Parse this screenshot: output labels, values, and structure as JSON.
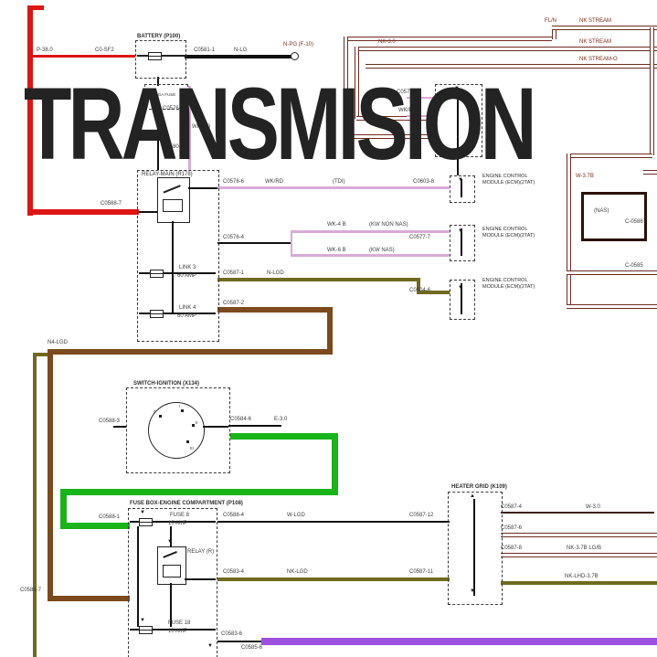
{
  "title": {
    "text": "TRANSMISION"
  },
  "colors": {
    "red": "#dd1515",
    "maroon": "#6e2b20",
    "brown": "#7c4a1d",
    "green": "#18b418",
    "purple": "#9d4fe0",
    "olive": "#6f6a1f",
    "pink": "#d9aad9",
    "black": "#111111"
  },
  "glyphs": {
    "arrow_down": "▼",
    "arrow_up": "▲"
  },
  "boxes": {
    "battery": {
      "label": "BATTERY (P100)"
    },
    "megafuse": {
      "label": "MEGA FUSE"
    },
    "relaybox": {
      "title": "RELAY-MAIN (R178)",
      "link3": "LINK 3",
      "link3amp": "60 AMP",
      "link4": "LINK 4",
      "link4amp": "80 AMP"
    },
    "ignition": {
      "label": "SWITCH-IGNITION (X134)",
      "positions": [
        "0",
        "I",
        "II",
        "III"
      ]
    },
    "fusebox": {
      "label": "FUSE BOX-ENGINE COMPARTMENT (P108)",
      "fuse8": "FUSE 8",
      "fuse8amp": "10 AMP",
      "relay": "RELAY (R)",
      "fuse18": "FUSE 18",
      "fuse18amp": "10 AMP"
    },
    "heater": {
      "label": "HEATER GRID (K109)"
    },
    "ecm": {
      "label": "ENGINE CONTROL MODULE (ECM)(2TAT)"
    },
    "nas": {
      "label": "(NAS)"
    }
  },
  "labels": [
    {
      "text": "P-38.0"
    },
    {
      "text": "C0-SF2"
    },
    {
      "text": "C0581-1"
    },
    {
      "text": "N-LG"
    },
    {
      "text": "N-PG (F-10)"
    },
    {
      "text": "NK-3.0"
    },
    {
      "text": "FL/N"
    },
    {
      "text": "NK STREAM"
    },
    {
      "text": "NK STREAM"
    },
    {
      "text": "NK STREAM-O"
    },
    {
      "text": "C0578-2"
    },
    {
      "text": "WK/PK"
    },
    {
      "text": "C0576-6"
    },
    {
      "text": "WK/RD"
    },
    {
      "text": "(TDI)"
    },
    {
      "text": "C0603-8"
    },
    {
      "text": "C0576-4"
    },
    {
      "text": "WK-4 B"
    },
    {
      "text": "(KW NON NAS)"
    },
    {
      "text": "WK-6 B"
    },
    {
      "text": "(KW NAS)"
    },
    {
      "text": "C0577-7"
    },
    {
      "text": "C0587-1"
    },
    {
      "text": "N-LGD"
    },
    {
      "text": "C0604-6"
    },
    {
      "text": "C0587-2"
    },
    {
      "text": "C0588-7"
    },
    {
      "text": "N4-LGD"
    },
    {
      "text": "C0588-3"
    },
    {
      "text": "C0584-6"
    },
    {
      "text": "E-3.0"
    },
    {
      "text": "C0588-1"
    },
    {
      "text": "C0588-4"
    },
    {
      "text": "W-LGD"
    },
    {
      "text": "C0587-12"
    },
    {
      "text": "C0583-4"
    },
    {
      "text": "NK-LGD"
    },
    {
      "text": "C0587-11"
    },
    {
      "text": "C0583-6"
    },
    {
      "text": "C0585-6"
    },
    {
      "text": "W-3.7B"
    },
    {
      "text": "C-0586"
    },
    {
      "text": "C-0585"
    },
    {
      "text": "C0587-4"
    },
    {
      "text": "W-3.0"
    },
    {
      "text": "C0587-6"
    },
    {
      "text": "C0587-8"
    },
    {
      "text": "NK-3.7B LG/B"
    },
    {
      "text": "NK-LHD-3.7B"
    },
    {
      "text": "C0581-7"
    },
    {
      "text": "C0576-8"
    },
    {
      "text": "WK-RD"
    },
    {
      "text": "C0580-3"
    }
  ]
}
